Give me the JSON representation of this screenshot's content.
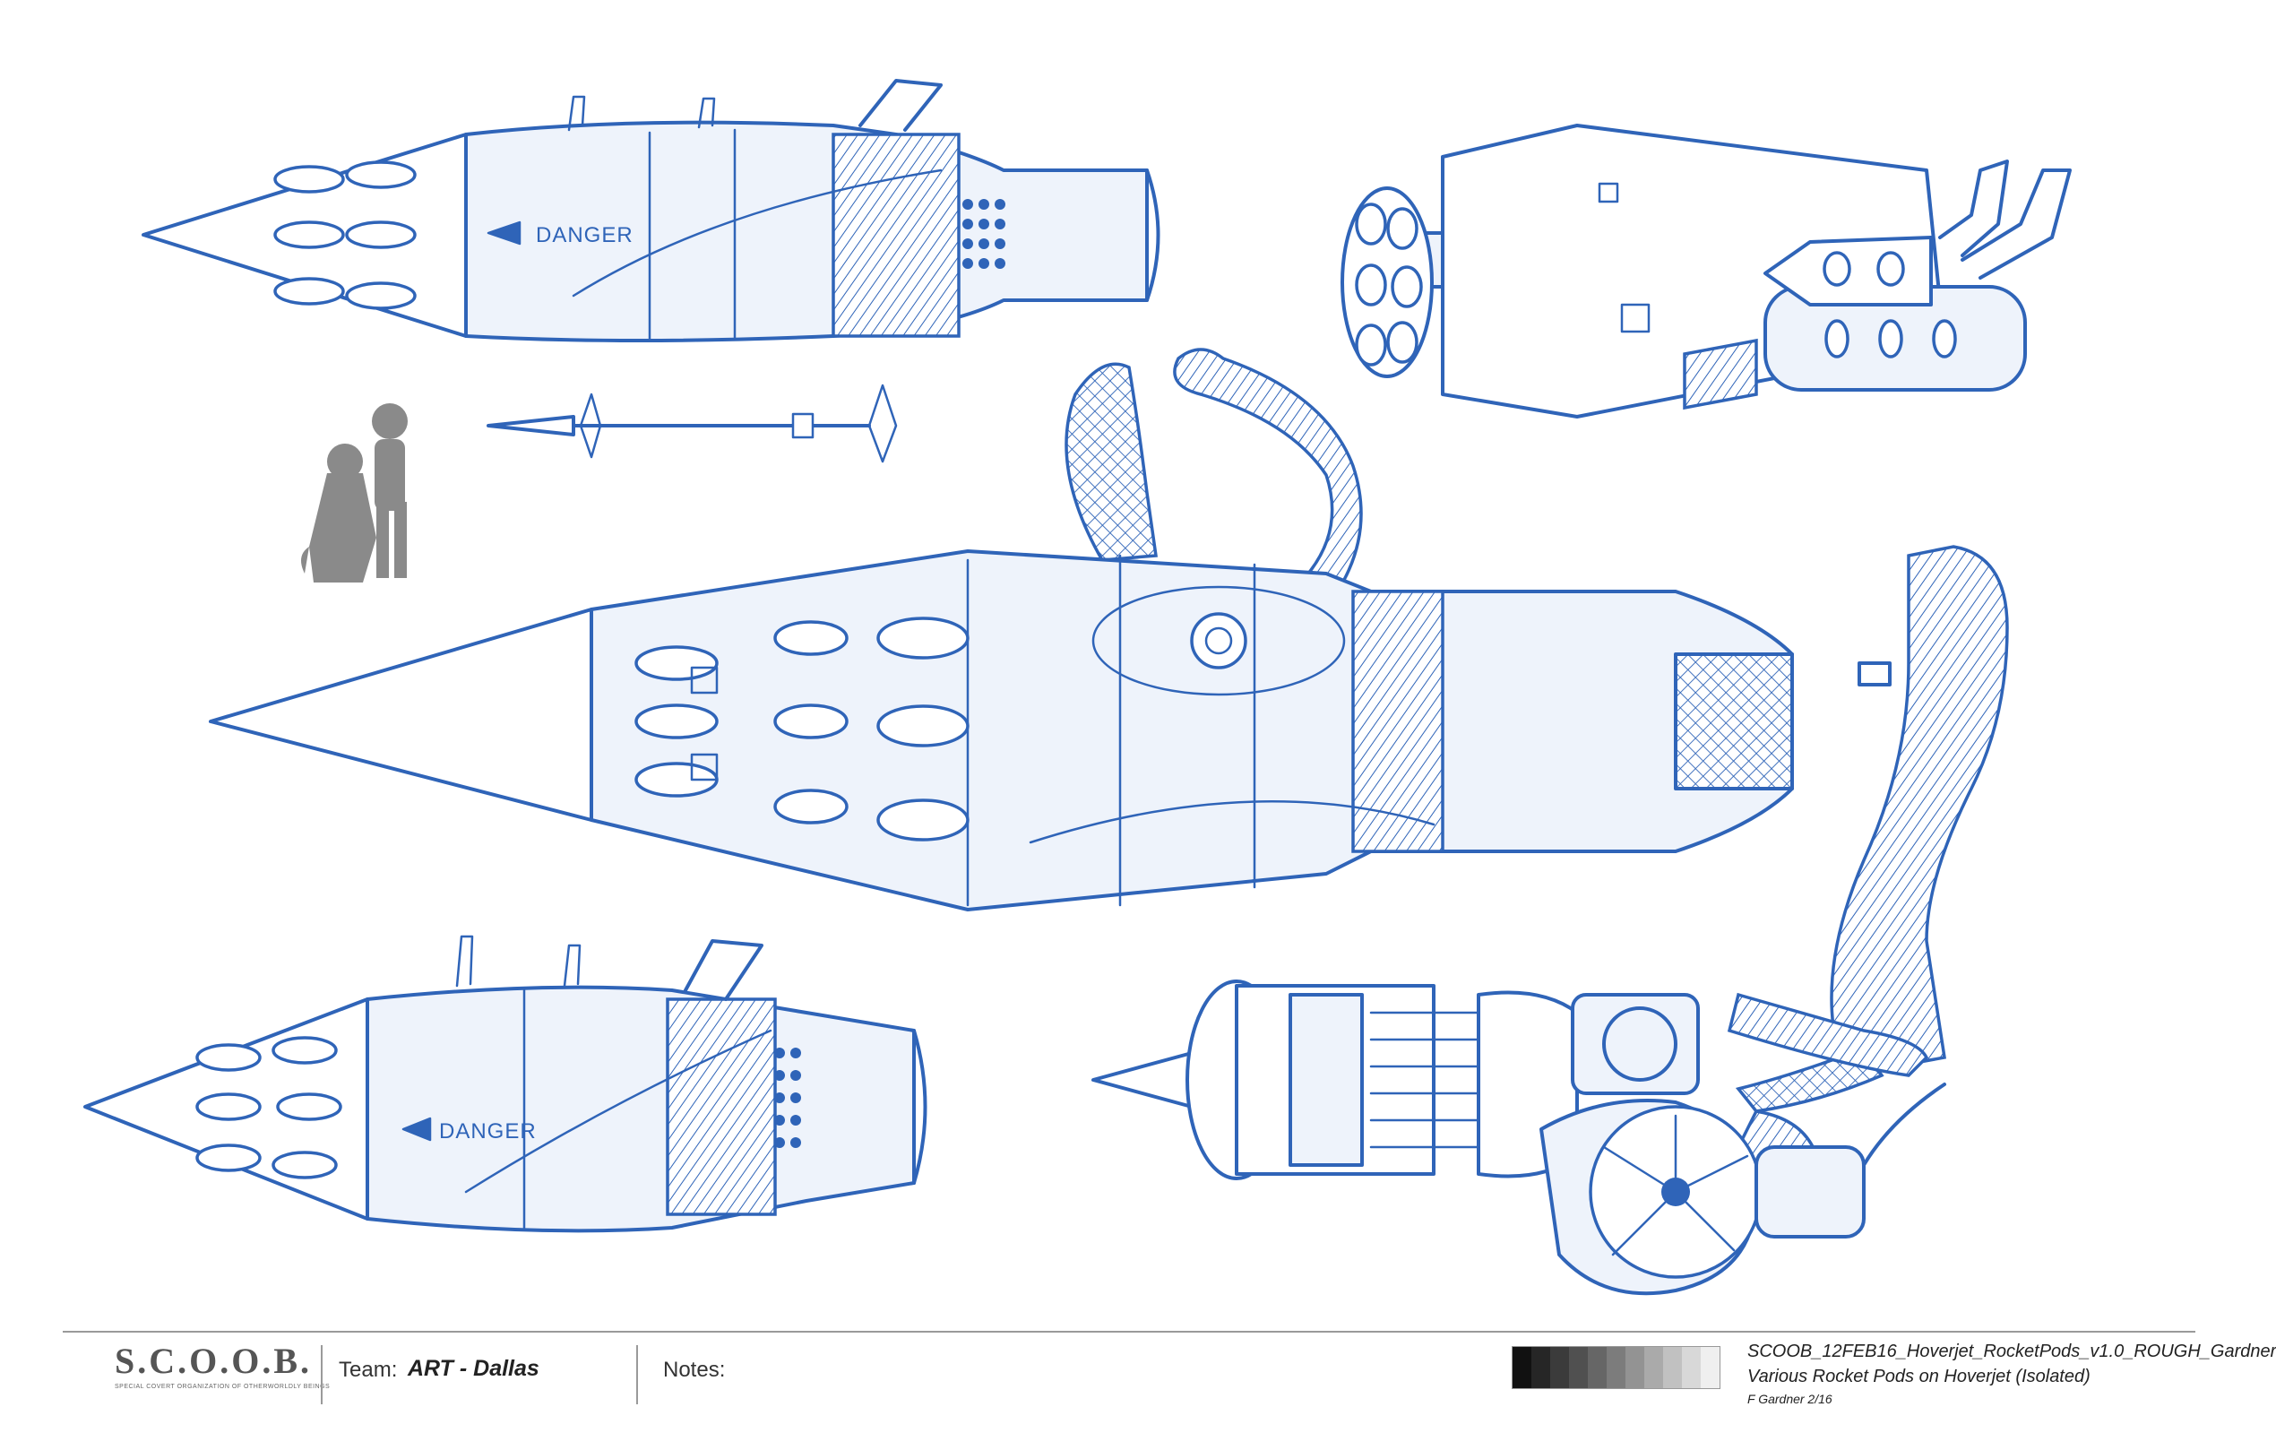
{
  "sheet": {
    "logo": {
      "text": "S.C.O.O.B.",
      "tagline": "SPECIAL COVERT ORGANIZATION OF OTHERWORLDLY BEINGS"
    },
    "team_label": "Team:",
    "team_value": "ART - Dallas",
    "notes_label": "Notes:",
    "file_name": "SCOOB_12FEB16_Hoverjet_RocketPods_v1.0_ROUGH_Gardner",
    "description": "Various Rocket Pods on Hoverjet (Isolated)",
    "credit": "F Gardner 2/16"
  },
  "drawings": {
    "danger_label": "DANGER",
    "ink_color": "#2f64b8",
    "silhouette_color": "#8a8a8a"
  },
  "grayscale_swatches": [
    "#111111",
    "#262626",
    "#3b3b3b",
    "#505050",
    "#666666",
    "#7c7c7c",
    "#939393",
    "#aaaaaa",
    "#c1c1c1",
    "#d8d8d8",
    "#efefef"
  ]
}
